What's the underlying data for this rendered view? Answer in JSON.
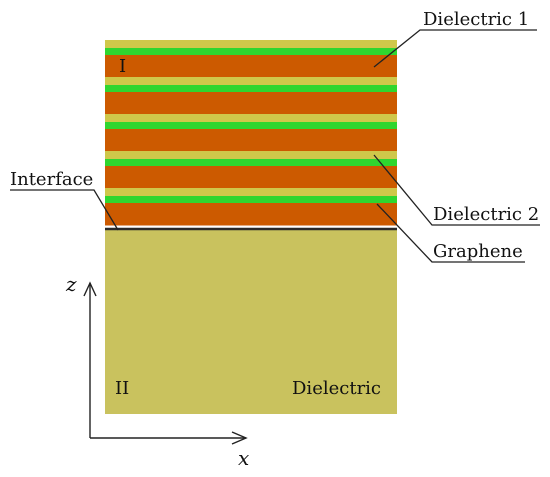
{
  "labels": {
    "dielectric_1": "Dielectric 1",
    "dielectric_2": "Dielectric 2",
    "graphene": "Graphene",
    "interface": "Interface",
    "region_I": "I",
    "region_II": "II",
    "dielectric": "Dielectric",
    "axis_z": "z",
    "axis_x": "x"
  },
  "colors": {
    "dielectric_1": "#cfc84a",
    "dielectric_2": "#cc5a00",
    "graphene": "#2fd62f",
    "substrate": "#c9c25e",
    "interface_line": "#2a2a2a"
  },
  "layers": [
    "d1",
    "g",
    "d2",
    "d1",
    "g",
    "d2",
    "d1",
    "g",
    "d2",
    "d1",
    "g",
    "d2",
    "d1",
    "g",
    "d2"
  ]
}
